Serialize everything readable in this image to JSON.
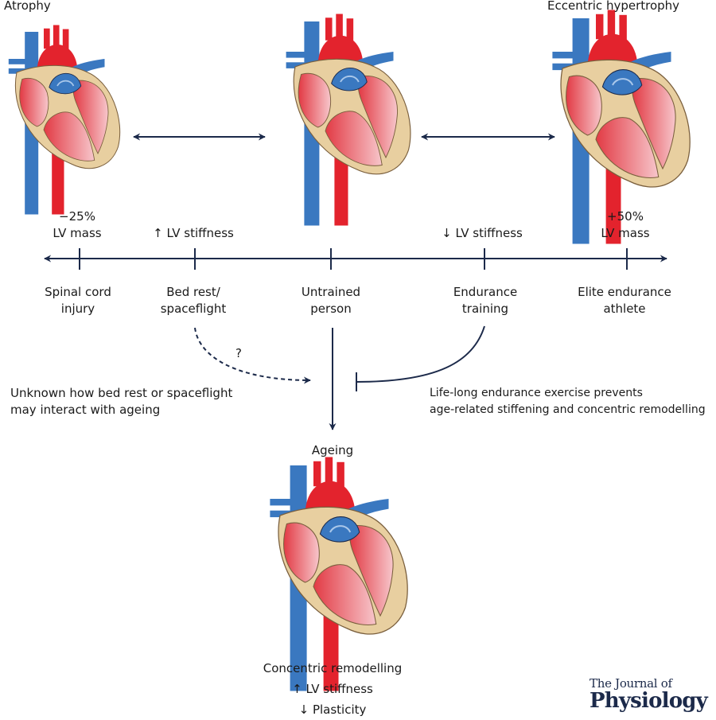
{
  "hearts": {
    "atrophy_title": "Atrophy",
    "eccentric_title": "Eccentric hypertrophy",
    "ageing_title": "Ageing"
  },
  "scale": {
    "left_metric": {
      "value": "−25%",
      "unit": "LV mass"
    },
    "right_metric": {
      "value": "+50%",
      "unit": "LV mass"
    },
    "bed_rest_effect": "↑ LV stiffness",
    "endurance_effect": "↓ LV stiffness"
  },
  "categories": [
    {
      "line1": "Spinal cord",
      "line2": "injury"
    },
    {
      "line1": "Bed rest/",
      "line2": "spaceflight"
    },
    {
      "line1": "Untrained",
      "line2": "person"
    },
    {
      "line1": "Endurance",
      "line2": "training"
    },
    {
      "line1": "Elite endurance",
      "line2": "athlete"
    }
  ],
  "notes": {
    "question": "?",
    "unknown_line1": "Unknown how bed rest or spaceflight",
    "unknown_line2": "may interact with ageing",
    "lifelong_line1": "Life-long endurance exercise prevents",
    "lifelong_line2": "age-related stiffening and concentric remodelling"
  },
  "ageing_outcome": {
    "line1": "Concentric remodelling",
    "line2": "↑ LV stiffness",
    "line3": "↓ Plasticity"
  },
  "logo": {
    "line1": "The Journal of",
    "line2": "Physiology"
  },
  "colors": {
    "line": "#1c2a4a",
    "wall": "#e8cfa0",
    "red": "#e3232d",
    "blue": "#3a78c0",
    "chamber": "#e85a63"
  }
}
